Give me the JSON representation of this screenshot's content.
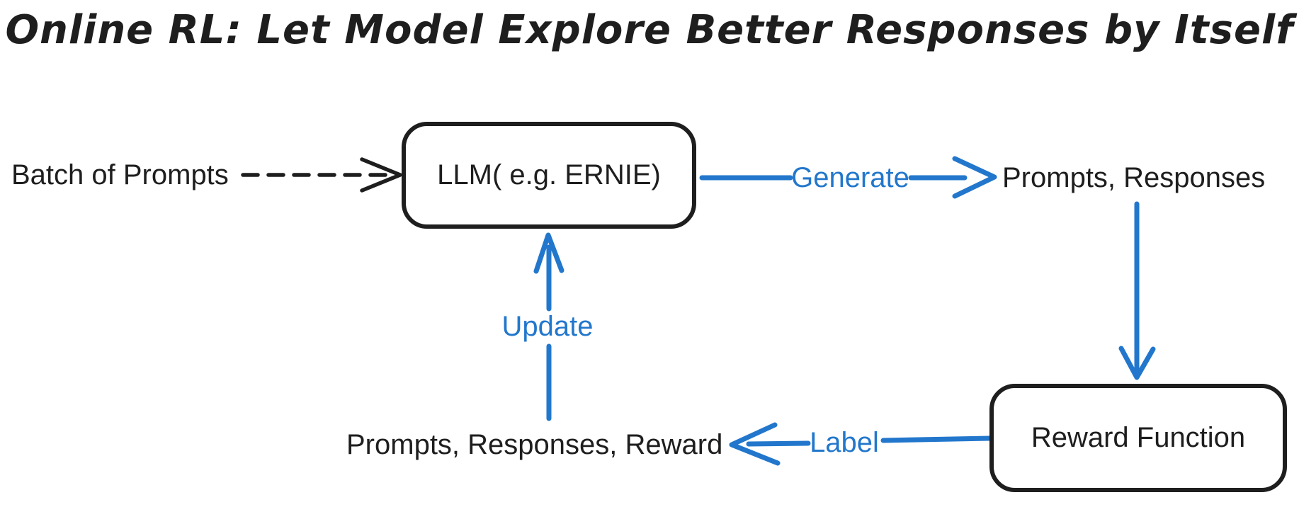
{
  "title": "Online RL: Let Model Explore Better Responses by Itself",
  "colors": {
    "ink": "#1E1E1E",
    "accent_blue": "#2277CC",
    "background": "#FFFFFF"
  },
  "nodes": {
    "llm": {
      "label": "LLM( e.g. ERNIE)"
    },
    "reward_function": {
      "label": "Reward Function"
    }
  },
  "text_labels": {
    "batch_of_prompts": "Batch of Prompts",
    "prompts_responses": "Prompts, Responses",
    "prompts_responses_reward": "Prompts, Responses, Reward"
  },
  "edges": {
    "batch_to_llm": {
      "label": "",
      "style": "dashed",
      "color": "#1E1E1E",
      "from": "batch_of_prompts",
      "to": "llm"
    },
    "generate": {
      "label": "Generate",
      "style": "solid",
      "color": "#2277CC",
      "from": "llm",
      "to": "prompts_responses"
    },
    "responses_to_reward": {
      "label": "",
      "style": "solid",
      "color": "#2277CC",
      "from": "prompts_responses",
      "to": "reward_function"
    },
    "label": {
      "label": "Label",
      "style": "solid",
      "color": "#2277CC",
      "from": "reward_function",
      "to": "prompts_responses_reward"
    },
    "update": {
      "label": "Update",
      "style": "solid",
      "color": "#2277CC",
      "from": "prompts_responses_reward",
      "to": "llm"
    }
  }
}
